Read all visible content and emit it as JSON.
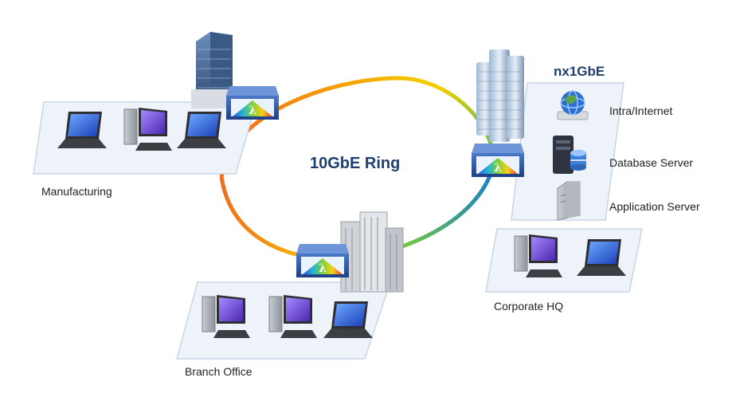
{
  "diagram": {
    "ring_label": "10GbE Ring",
    "aggregation_label": "nx1GbE",
    "sites": {
      "manufacturing": "Manufacturing",
      "branch_office": "Branch Office",
      "corporate_hq": "Corporate HQ"
    },
    "servers": {
      "internet": "Intra/Internet",
      "database": "Database Server",
      "application": "Application Server"
    },
    "lambda_symbol": "λ"
  },
  "colors": {
    "ring_orange": "#f26b1d",
    "ring_yellow": "#f5d000",
    "ring_green": "#6cc24a",
    "ring_blue": "#1c7fc4",
    "platform_fill": "#eef3f9",
    "platform_stroke": "#c7d6e6",
    "title_blue": "#1f3f6e"
  }
}
